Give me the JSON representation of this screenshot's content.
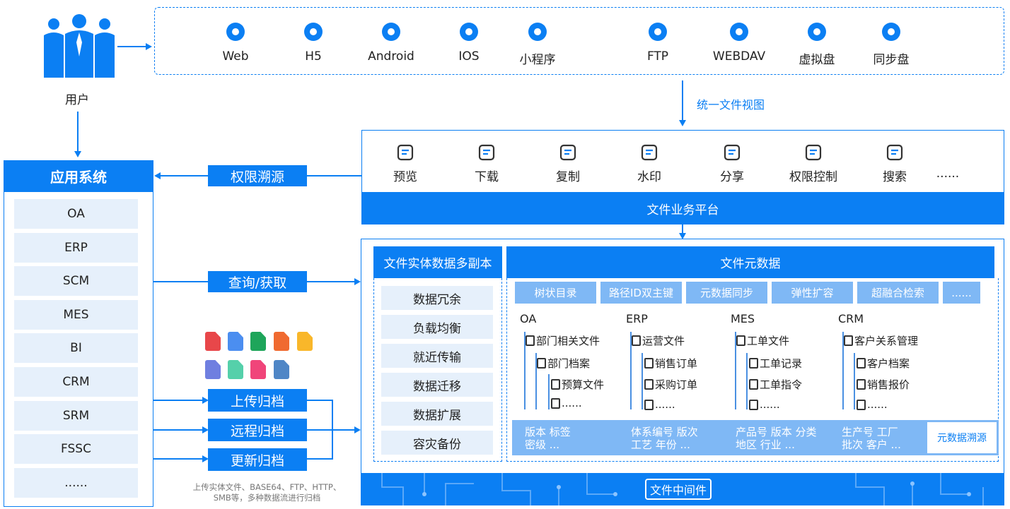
{
  "user": {
    "label": "用户"
  },
  "clients": {
    "items": [
      {
        "label": "Web",
        "icon": "ie-icon"
      },
      {
        "label": "H5",
        "icon": "html5-icon"
      },
      {
        "label": "Android",
        "icon": "android-icon"
      },
      {
        "label": "IOS",
        "icon": "apple-icon"
      },
      {
        "label": "小程序",
        "icon": "miniprogram-icon"
      },
      {
        "label": "FTP",
        "icon": "ftp-icon"
      },
      {
        "label": "WEBDAV",
        "icon": "monitor-icon"
      },
      {
        "label": "虚拟盘",
        "icon": "disk-icon"
      },
      {
        "label": "同步盘",
        "icon": "sync-icon"
      }
    ]
  },
  "unified_view": "统一文件视图",
  "platform": {
    "title": "文件业务平台",
    "items": [
      {
        "label": "预览"
      },
      {
        "label": "下载"
      },
      {
        "label": "复制"
      },
      {
        "label": "水印"
      },
      {
        "label": "分享"
      },
      {
        "label": "权限控制"
      },
      {
        "label": "搜索"
      },
      {
        "label": "......"
      }
    ]
  },
  "apps": {
    "title": "应用系统",
    "items": [
      "OA",
      "ERP",
      "SCM",
      "MES",
      "BI",
      "CRM",
      "SRM",
      "FSSC",
      "......"
    ]
  },
  "trace_label": "权限溯源",
  "query_label": "查询/获取",
  "archive": {
    "buttons": [
      "上传归档",
      "远程归档",
      "更新归档"
    ],
    "note_line1": "上传实体文件、BASE64、FTP、HTTP、",
    "note_line2": "SMB等，多种数据流进行归档"
  },
  "replica": {
    "title": "文件实体数据多副本",
    "items": [
      "数据冗余",
      "负载均衡",
      "就近传输",
      "数据迁移",
      "数据扩展",
      "容灾备份"
    ]
  },
  "metadata": {
    "title": "文件元数据",
    "tags": [
      "树状目录",
      "路径ID双主键",
      "元数据同步",
      "弹性扩容",
      "超融合检索",
      "......"
    ],
    "trees": [
      {
        "title": "OA",
        "root": "部门相关文件",
        "l1": "部门档案",
        "l2": [
          "预算文件",
          "......"
        ]
      },
      {
        "title": "ERP",
        "root": "运营文件",
        "l1": [
          "销售订单",
          "采购订单",
          "......"
        ]
      },
      {
        "title": "MES",
        "root": "工单文件",
        "l1": [
          "工单记录",
          "工单指令",
          "......"
        ]
      },
      {
        "title": "CRM",
        "root": "客户关系管理",
        "l1": [
          "客户档案",
          "销售报价",
          "......"
        ]
      }
    ],
    "attrs": [
      [
        "版本 标签",
        "密级 ..."
      ],
      [
        "体系编号 版次",
        "工艺 年份 ..."
      ],
      [
        "产品号 版本 分类",
        "地区 行业 ..."
      ],
      [
        "生产号 工厂",
        "批次 客户 ..."
      ]
    ],
    "trace": "元数据溯源"
  },
  "middleware": "文件中间件",
  "colors": {
    "primary": "#0b7ff3",
    "light": "#7fb8f5",
    "pale": "#e6f0fb"
  }
}
